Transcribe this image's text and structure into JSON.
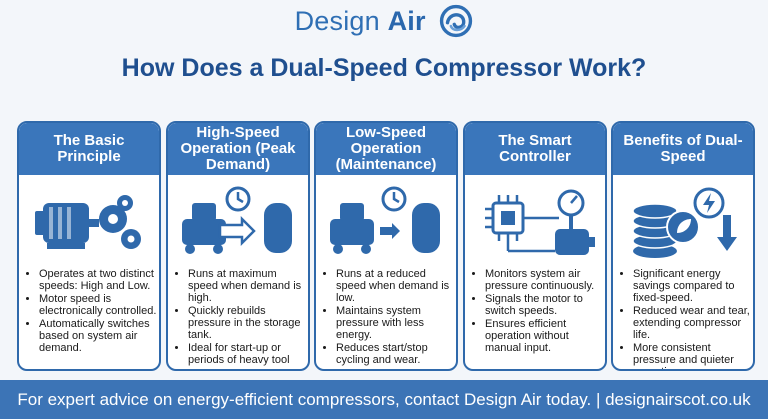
{
  "brand": {
    "name_part1": "Design",
    "name_part2": "Air",
    "logo_icon": "swirl-logo-icon"
  },
  "title": "How Does a Dual-Speed Compressor Work?",
  "cards": [
    {
      "heading": "The Basic Principle",
      "icon": "motor-gears-icon",
      "bullets": [
        "Operates at two distinct speeds: High and Low.",
        "Motor speed is electronically controlled.",
        "Automatically switches based on system air demand."
      ]
    },
    {
      "heading": "High-Speed Operation (Peak Demand)",
      "icon": "compressor-tank-clock-icon",
      "bullets": [
        "Runs at maximum speed when demand is high.",
        "Quickly rebuilds pressure in the storage tank.",
        "Ideal for start-up or periods of heavy tool use."
      ]
    },
    {
      "heading": "Low-Speed Operation (Maintenance)",
      "icon": "compressor-tank-clock-icon",
      "bullets": [
        "Runs at a reduced speed when demand is low.",
        "Maintains system pressure with less energy.",
        "Reduces start/stop cycling and wear."
      ]
    },
    {
      "heading": "The Smart Controller",
      "icon": "chip-gauge-motor-icon",
      "bullets": [
        "Monitors system air pressure continuously.",
        "Signals the motor to switch speeds.",
        "Ensures efficient operation without manual input."
      ]
    },
    {
      "heading": "Benefits of Dual-Speed",
      "icon": "coins-energy-icon",
      "bullets": [
        "Significant energy savings compared to fixed-speed.",
        "Reduced wear and tear, extending compressor life.",
        "More consistent pressure and quieter operation."
      ]
    }
  ],
  "footer": "For expert advice on energy-efficient compressors, contact Design Air today. | designairscot.co.uk",
  "colors": {
    "primary": "#3a76bb",
    "title": "#1f4f8f",
    "background": "#f3f6fa"
  }
}
